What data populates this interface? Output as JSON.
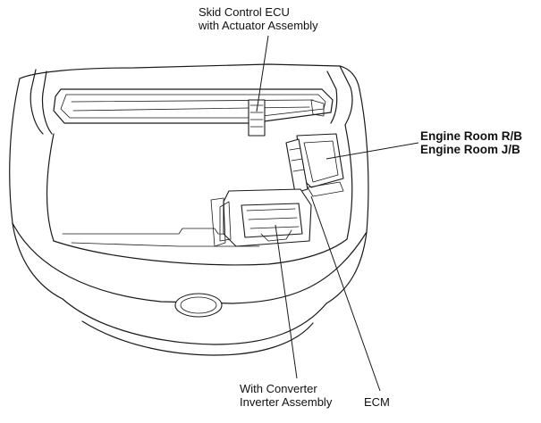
{
  "labels": {
    "skid_ecu": {
      "line1": "Skid Control ECU",
      "line2": "with Actuator Assembly"
    },
    "engine_room": {
      "line1": "Engine Room R/B",
      "line2": "Engine Room J/B"
    },
    "converter": {
      "line1": "With Converter",
      "line2": "Inverter Assembly"
    },
    "ecm": "ECM"
  }
}
